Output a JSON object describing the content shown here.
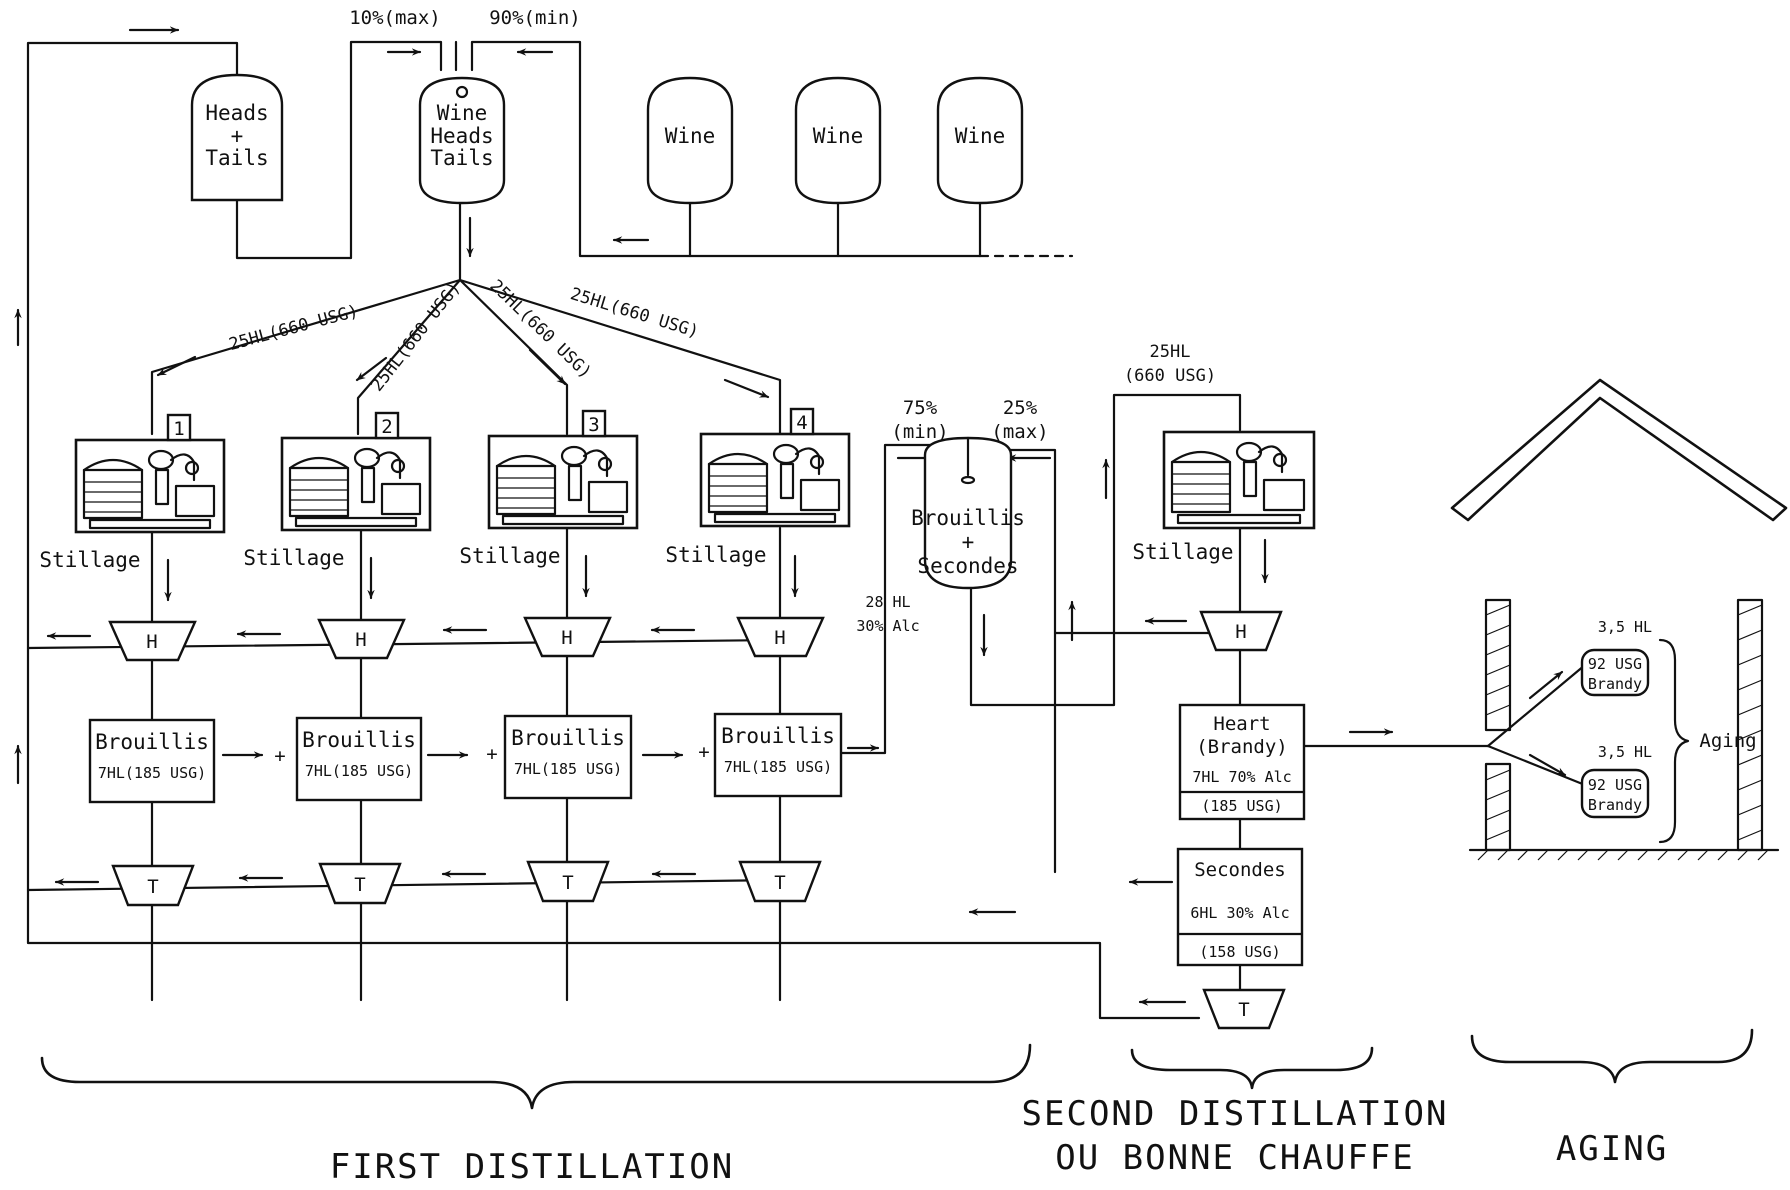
{
  "feed": {
    "pct_left": "10%(max)",
    "pct_right": "90%(min)",
    "heads_tails_tank": [
      "Heads",
      "+",
      "Tails"
    ],
    "wine_heads_tails_tank": [
      "Wine",
      "Heads",
      "Tails"
    ],
    "wine_tanks": [
      [
        "Wine"
      ],
      [
        "Wine"
      ],
      [
        "Wine"
      ]
    ]
  },
  "charges": [
    "25HL(660 USG)",
    "25HL(660 USG)",
    "25HL(660 USG)",
    "25HL(660 USG)"
  ],
  "stills": [
    {
      "number": "1",
      "stillage": "Stillage"
    },
    {
      "number": "2",
      "stillage": "Stillage"
    },
    {
      "number": "3",
      "stillage": "Stillage"
    },
    {
      "number": "4",
      "stillage": "Stillage"
    }
  ],
  "heads_label": "H",
  "tails_label": "T",
  "plus_sign": "+",
  "brouillis_boxes": [
    {
      "title": "Brouillis",
      "volume": "7HL(185 USG)"
    },
    {
      "title": "Brouillis",
      "volume": "7HL(185 USG)"
    },
    {
      "title": "Brouillis",
      "volume": "7HL(185 USG)"
    },
    {
      "title": "Brouillis",
      "volume": "7HL(185 USG)"
    }
  ],
  "brouillis_total": [
    "28 HL",
    "30% Alc"
  ],
  "second_tank": {
    "pct_left": [
      "75%",
      "(min)"
    ],
    "pct_right": [
      "25%",
      "(max)"
    ],
    "label": [
      "Brouillis",
      "+",
      "Secondes"
    ]
  },
  "second_still": {
    "charge": [
      "25HL",
      "(660 USG)"
    ],
    "stillage": "Stillage",
    "heart": {
      "title": [
        "Heart",
        "(Brandy)"
      ],
      "spec": "7HL  70% Alc",
      "usg": "(185 USG)"
    },
    "secondes": {
      "title": "Secondes",
      "spec": "6HL 30% Alc",
      "usg": "(158 USG)"
    }
  },
  "aging": {
    "barrels": [
      {
        "volume": "3,5 HL",
        "usg": "92 USG",
        "label": "Brandy"
      },
      {
        "volume": "3,5 HL",
        "usg": "92 USG",
        "label": "Brandy"
      }
    ],
    "label": "Aging"
  },
  "sections": {
    "first": "FIRST DISTILLATION",
    "second": [
      "SECOND DISTILLATION",
      "OU  BONNE CHAUFFE"
    ],
    "aging": "AGING"
  }
}
